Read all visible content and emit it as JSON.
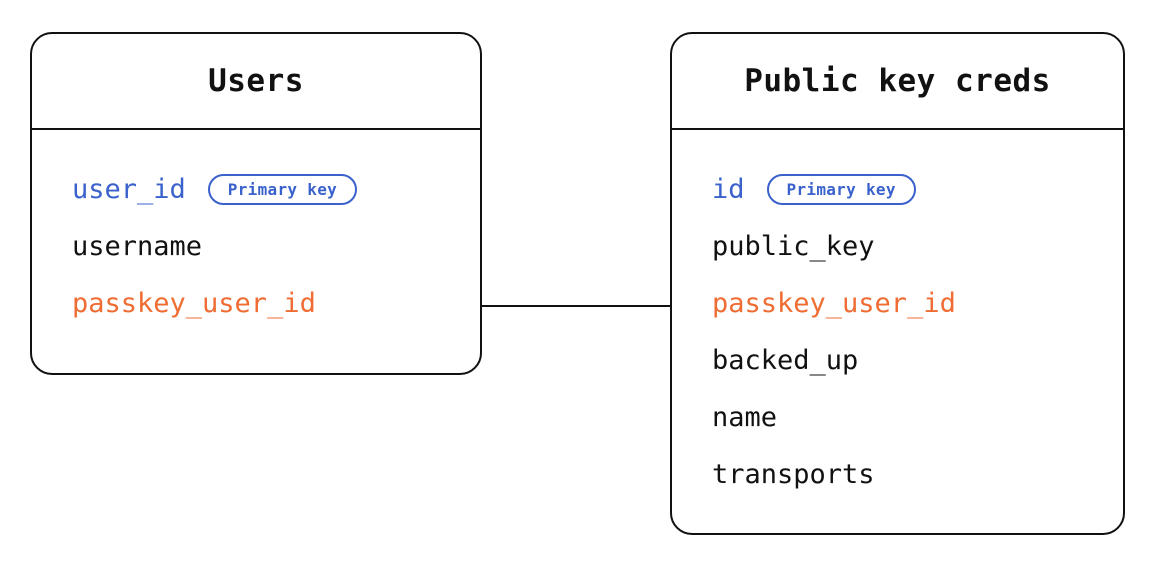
{
  "diagram": {
    "type": "entity-relationship-diagram",
    "background_color": "#ffffff",
    "colors": {
      "border": "#111111",
      "text": "#111111",
      "primary_key_accent": "#3b62cc",
      "foreign_key_accent": "#ef6c33"
    },
    "entities": [
      {
        "id": "users",
        "title": "Users",
        "fields": [
          {
            "name": "user_id",
            "accent": "blue",
            "badge": "Primary key"
          },
          {
            "name": "username",
            "accent": "none",
            "badge": null
          },
          {
            "name": "passkey_user_id",
            "accent": "orange",
            "badge": null
          }
        ]
      },
      {
        "id": "public_key_creds",
        "title": "Public key creds",
        "fields": [
          {
            "name": "id",
            "accent": "blue",
            "badge": "Primary key"
          },
          {
            "name": "public_key",
            "accent": "none",
            "badge": null
          },
          {
            "name": "passkey_user_id",
            "accent": "orange",
            "badge": null
          },
          {
            "name": "backed_up",
            "accent": "none",
            "badge": null
          },
          {
            "name": "name",
            "accent": "none",
            "badge": null
          },
          {
            "name": "transports",
            "accent": "none",
            "badge": null
          }
        ]
      }
    ],
    "relationships": [
      {
        "from_entity": "users",
        "from_field": "passkey_user_id",
        "to_entity": "public_key_creds",
        "to_field": "passkey_user_id",
        "style": "solid-line"
      }
    ]
  }
}
